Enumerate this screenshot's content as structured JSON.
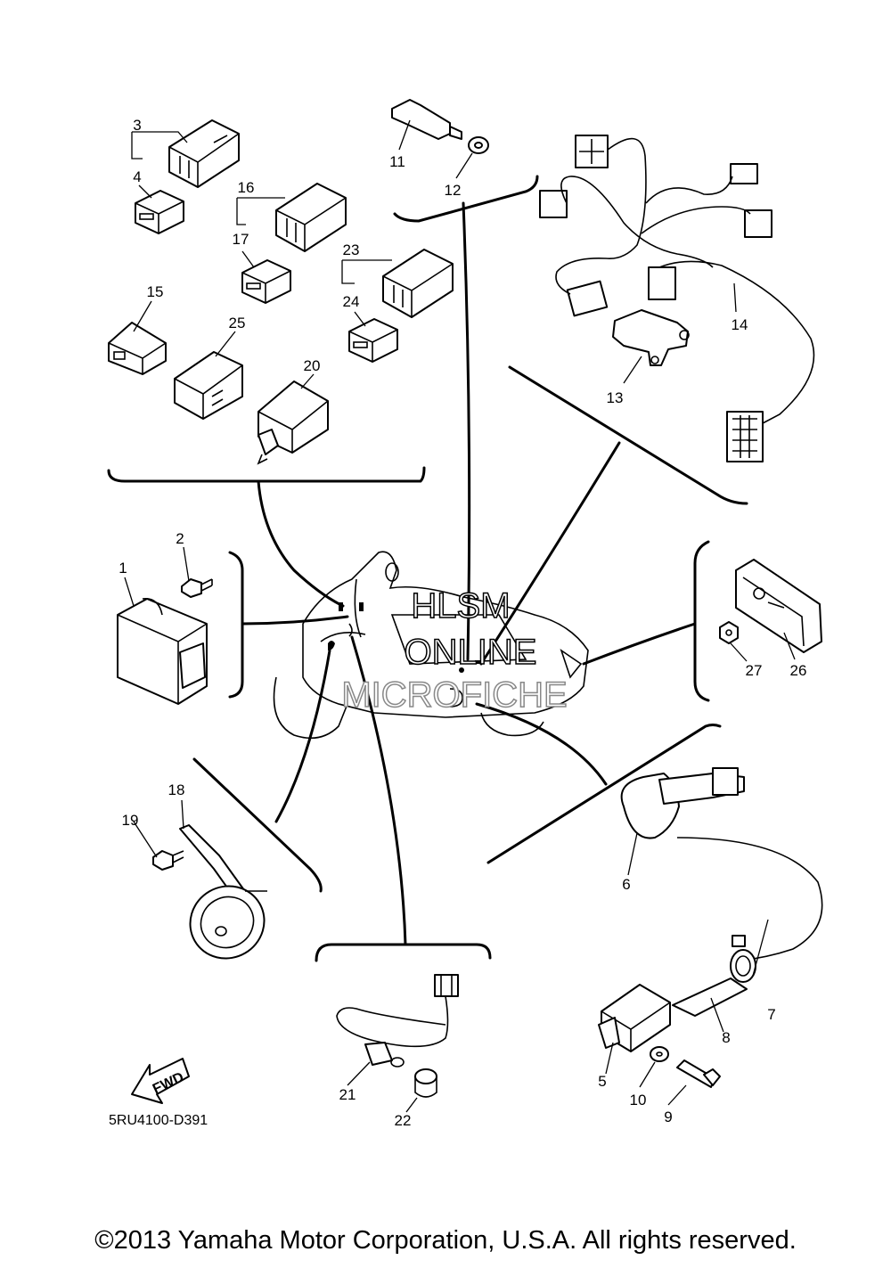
{
  "diagram": {
    "part_numbers": [
      "1",
      "2",
      "3",
      "4",
      "5",
      "6",
      "7",
      "8",
      "9",
      "10",
      "11",
      "12",
      "13",
      "14",
      "15",
      "16",
      "17",
      "18",
      "19",
      "20",
      "21",
      "22",
      "23",
      "24",
      "25",
      "26",
      "27"
    ],
    "watermark": [
      "HLSM",
      "ONLINE",
      "MICROFICHE"
    ],
    "fwd_label": "FWD",
    "drawing_code": "5RU4100-D391"
  },
  "footer": {
    "copyright": "©2013 Yamaha Motor Corporation, U.S.A. All rights reserved."
  }
}
